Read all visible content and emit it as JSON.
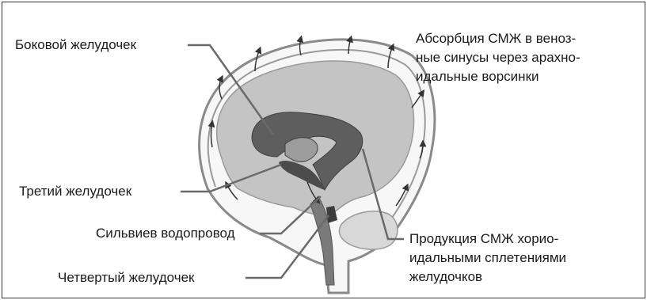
{
  "labels": {
    "lateral_ventricle": "Боковой желудочек",
    "absorption": [
      "Абсорбция СМЖ в веноз-",
      "ные синусы через арахно-",
      "идальные ворсинки"
    ],
    "third_ventricle": "Третий желудочек",
    "sylvian_aqueduct": "Сильвиев водопровод",
    "production": [
      "Продукция СМЖ хорио-",
      "идальными сплетениями",
      "желудочков"
    ],
    "fourth_ventricle": "Четвертый желудочек"
  }
}
